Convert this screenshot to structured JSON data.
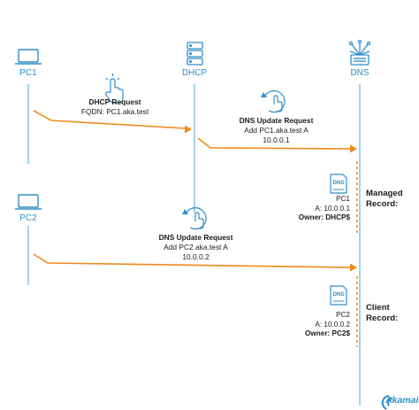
{
  "actors": {
    "pc1": {
      "label": "PC1",
      "icon": "laptop-icon"
    },
    "dhcp": {
      "label": "DHCP",
      "icon": "server-icon"
    },
    "dns": {
      "label": "DNS",
      "icon": "network-cloud-icon"
    },
    "pc2": {
      "label": "PC2",
      "icon": "laptop-icon"
    }
  },
  "messages": {
    "dhcp_request": {
      "title": "DHCP Request",
      "line1": "FQDN: PC1.aka.test"
    },
    "dns_update_1": {
      "title": "DNS Update Request",
      "line1": "Add PC1.aka.test A",
      "line2": "10.0.0.1"
    },
    "dns_update_2": {
      "title": "DNS Update Request",
      "line1": "Add PC2.aka.test A",
      "line2": "10.0.0.2"
    }
  },
  "records": {
    "managed": {
      "badge": "DNS",
      "name": "PC1",
      "a": "A: 10.0.0.1",
      "owner": "Owner: DHCP$",
      "label_line1": "Managed",
      "label_line2": "Record:"
    },
    "client": {
      "badge": "DNS",
      "name": "PC2",
      "a": "A: 10.0.0.2",
      "owner": "Owner: PC2$",
      "label_line1": "Client",
      "label_line2": "Record:"
    }
  },
  "brand": {
    "name": "Akamai"
  },
  "colors": {
    "accent": "#2f8fc8",
    "arrow": "#f08a1c",
    "lifeline": "#86c3e4"
  }
}
